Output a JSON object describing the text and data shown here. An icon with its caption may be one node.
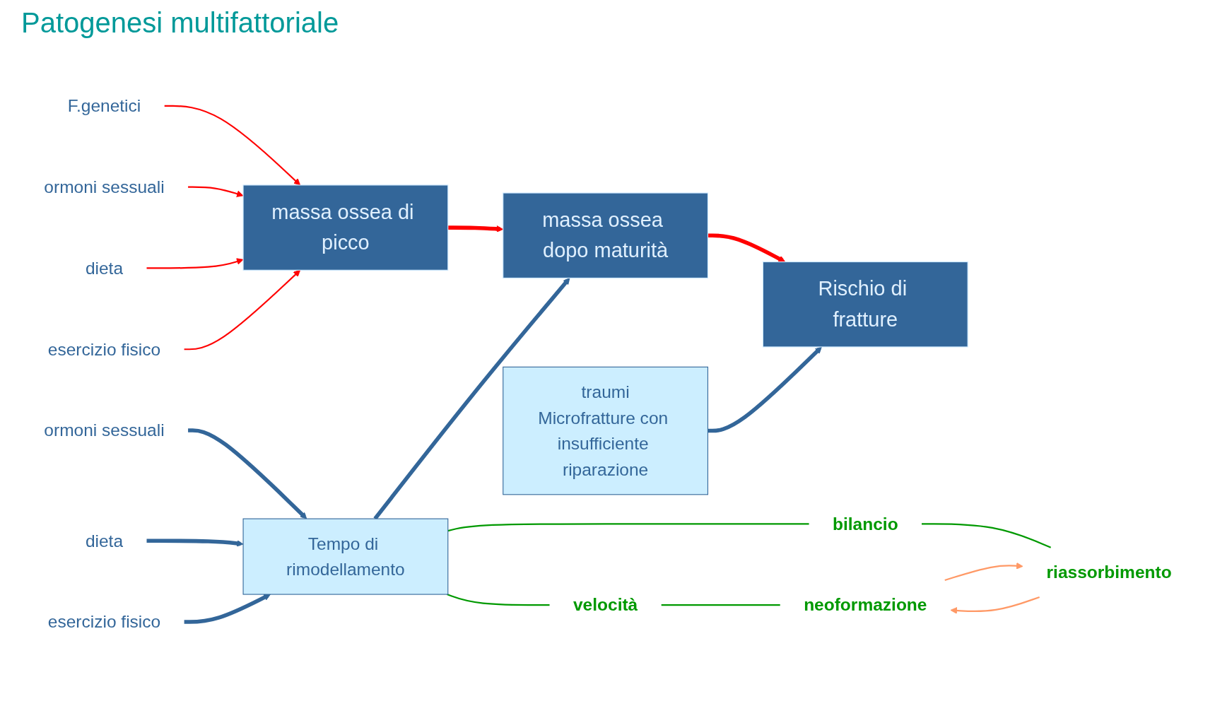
{
  "diagram": {
    "title": "Patogenesi multifattoriale",
    "nodes": [
      {
        "text": [
          "F.genetici"
        ]
      },
      {
        "text": [
          "ormoni sessuali"
        ]
      },
      {
        "text": [
          "dieta"
        ]
      },
      {
        "text": [
          "esercizio fisico"
        ]
      },
      {
        "text": [
          "massa ossea di picco"
        ]
      },
      {
        "text": [
          "massa ossea dopo maturità"
        ]
      },
      {
        "text": [
          "Rischio di fratture"
        ]
      },
      {
        "text": [
          "traumi",
          "Microfratture con insufficiente riparazione"
        ]
      },
      {
        "text": [
          "Tempo di rimodellamento"
        ]
      },
      {
        "text": [
          "ormoni sessuali"
        ]
      },
      {
        "text": [
          "dieta"
        ]
      },
      {
        "text": [
          "esercizio fisico"
        ]
      },
      {
        "text": [
          "velocità"
        ]
      },
      {
        "text": [
          "bilancio"
        ]
      },
      {
        "text": [
          "neoformazione"
        ]
      },
      {
        "text": [
          "riassorbimento"
        ]
      }
    ],
    "edges": [
      {
        "from": 0,
        "to": 4,
        "arrow": "to"
      },
      {
        "from": 1,
        "to": 4,
        "arrow": "to"
      },
      {
        "from": 2,
        "to": 4,
        "arrow": "to"
      },
      {
        "from": 3,
        "to": 4,
        "arrow": "to"
      },
      {
        "from": 4,
        "to": 5,
        "arrow": "to",
        "style": "thick"
      },
      {
        "from": 5,
        "to": 6,
        "arrow": "to",
        "style": "thick"
      },
      {
        "from": 7,
        "to": 6,
        "arrow": "to",
        "style": "thick",
        "color": "#336699"
      },
      {
        "from": 8,
        "to": 5,
        "arrow": "to",
        "style": "thick",
        "color": "#336699"
      },
      {
        "from": 9,
        "to": 8,
        "arrow": "to",
        "style": "thick",
        "color": "#336699"
      },
      {
        "from": 10,
        "to": 8,
        "arrow": "to",
        "style": "thick",
        "color": "#336699"
      },
      {
        "from": 11,
        "to": 8,
        "arrow": "to",
        "style": "thick",
        "color": "#336699"
      },
      {
        "from": 8,
        "to": 12,
        "arrow": "none",
        "color": "#009900"
      },
      {
        "from": 8,
        "to": 13,
        "arrow": "none",
        "color": "#009900"
      },
      {
        "from": 12,
        "to": 14,
        "arrow": "none",
        "color": "#009900"
      },
      {
        "from": 13,
        "to": 15,
        "arrow": "none",
        "color": "#009900"
      },
      {
        "from": 14,
        "to": 15,
        "arrow": "to",
        "color": "#ff9966"
      },
      {
        "from": 15,
        "to": 14,
        "arrow": "to",
        "color": "#ff9966"
      }
    ]
  }
}
